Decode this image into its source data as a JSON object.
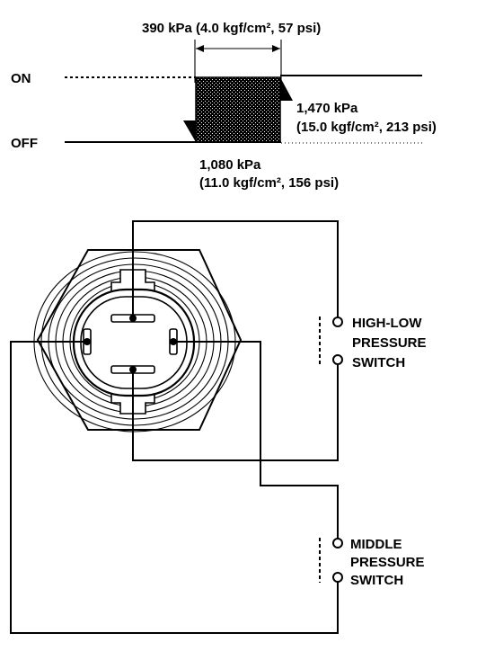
{
  "hysteresis": {
    "band_label": "390 kPa (4.0 kgf/cm², 57 psi)",
    "on_label": "ON",
    "off_label": "OFF",
    "upper_label_1": "1,470 kPa",
    "upper_label_2": "(15.0 kgf/cm², 213 psi)",
    "lower_label_1": "1,080 kPa",
    "lower_label_2": "(11.0 kgf/cm², 156 psi)"
  },
  "switches": {
    "high_low": [
      "HIGH-LOW",
      "PRESSURE",
      "SWITCH"
    ],
    "middle": [
      "MIDDLE",
      "PRESSURE",
      "SWITCH"
    ]
  }
}
